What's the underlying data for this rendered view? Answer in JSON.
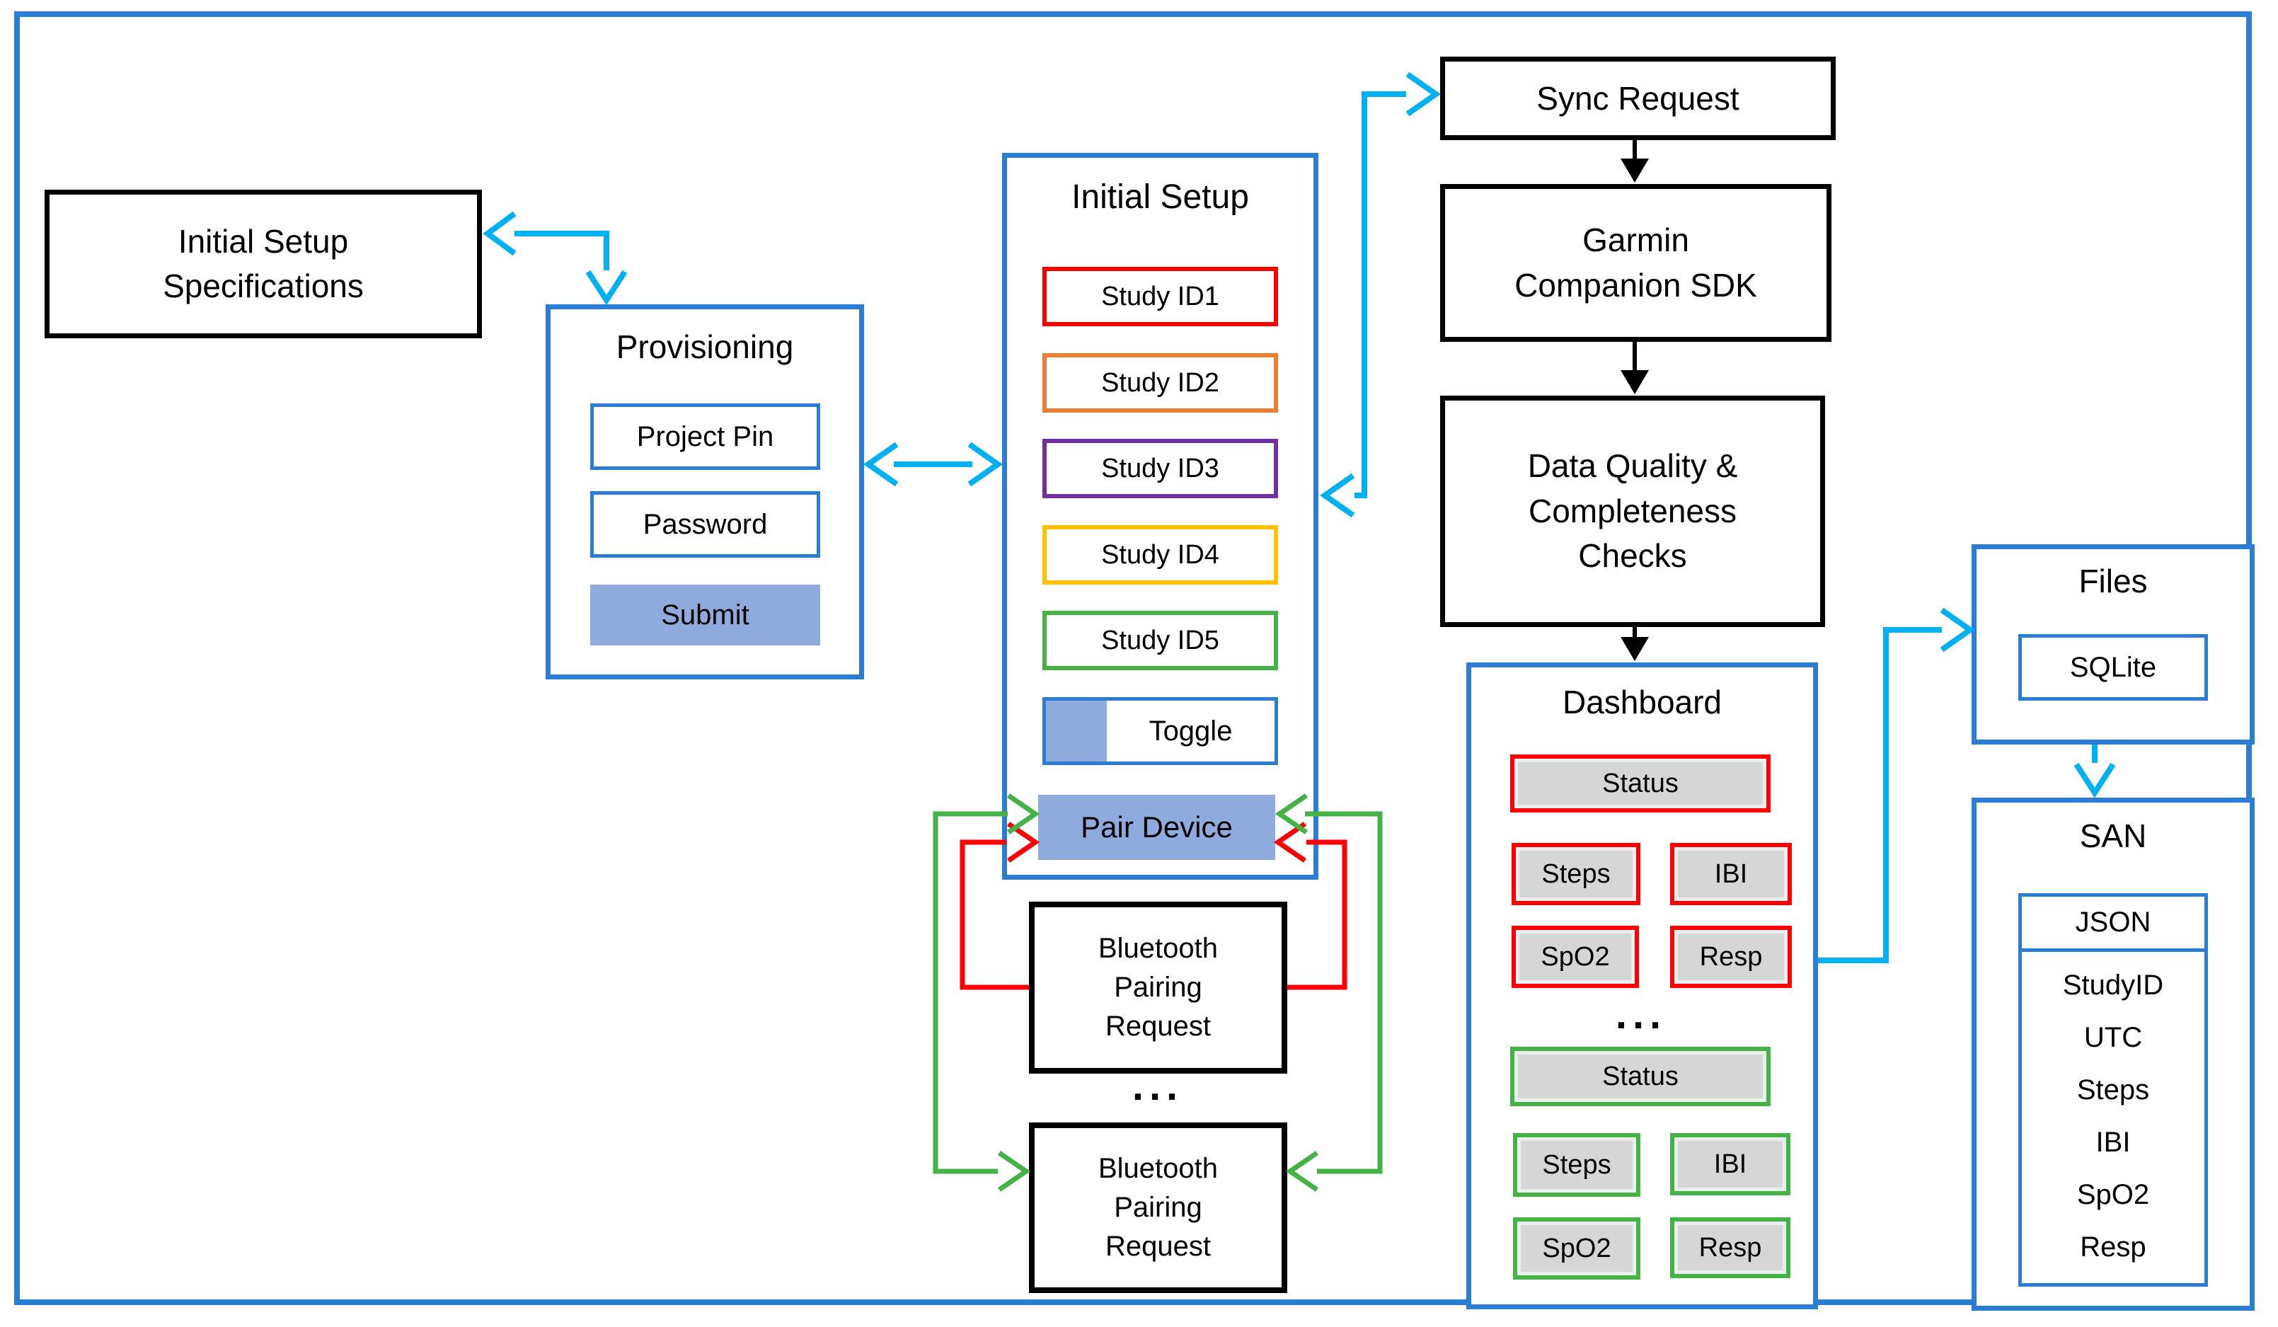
{
  "palette": {
    "container_blue": "#2B7CD3",
    "cyan_arrow": "#00B0F0",
    "light_blue_fill": "#8FAADC",
    "red": "#FF0000",
    "orange": "#ED7D31",
    "purple": "#7030A0",
    "yellow": "#FFC000",
    "green": "#44B244",
    "tile_gray": "#D6D6D6",
    "black": "#000000"
  },
  "nodes": {
    "specs": {
      "label": "Initial Setup\nSpecifications"
    },
    "provisioning": {
      "title": "Provisioning",
      "project_pin": "Project Pin",
      "password": "Password",
      "submit": "Submit"
    },
    "initial_setup": {
      "title": "Initial Setup",
      "study_ids": [
        "Study ID1",
        "Study ID2",
        "Study ID3",
        "Study ID4",
        "Study ID5"
      ],
      "toggle": "Toggle",
      "pair_device": "Pair Device"
    },
    "bluetooth": {
      "request1": "Bluetooth\nPairing\nRequest",
      "ellipsis": "...",
      "request2": "Bluetooth\nPairing\nRequest"
    },
    "sync_request": {
      "label": "Sync Request"
    },
    "garmin_sdk": {
      "label": "Garmin\nCompanion SDK"
    },
    "data_quality": {
      "label": "Data Quality &\nCompleteness\nChecks"
    },
    "dashboard": {
      "title": "Dashboard",
      "ellipsis": "...",
      "red_group": {
        "status": "Status",
        "steps": "Steps",
        "ibi": "IBI",
        "spo2": "SpO2",
        "resp": "Resp"
      },
      "green_group": {
        "status": "Status",
        "steps": "Steps",
        "ibi": "IBI",
        "spo2": "SpO2",
        "resp": "Resp"
      }
    },
    "files": {
      "title": "Files",
      "sqlite": "SQLite"
    },
    "san": {
      "title": "SAN",
      "json_header": "JSON",
      "fields": [
        "StudyID",
        "UTC",
        "Steps",
        "IBI",
        "SpO2",
        "Resp"
      ]
    }
  }
}
